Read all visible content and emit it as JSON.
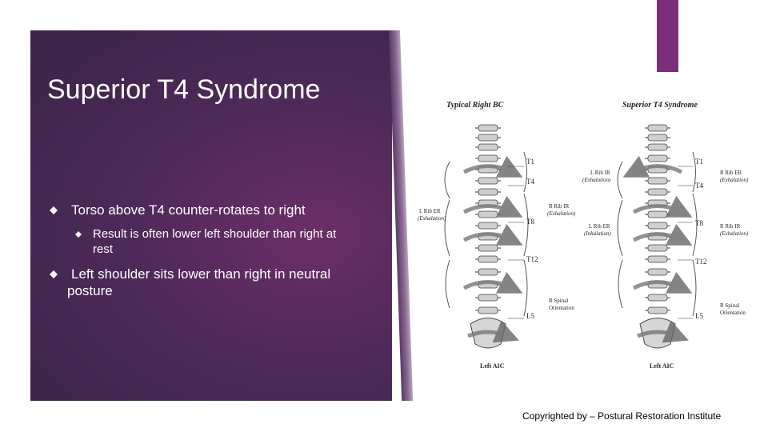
{
  "title": "Superior T4 Syndrome",
  "bullets": [
    {
      "text": "Torso above T4 counter-rotates to right",
      "subbullets": [
        {
          "text_line1": "Result is often lower left shoulder than right at",
          "text_line2": "rest"
        }
      ]
    },
    {
      "text_line1": "Left shoulder sits lower than right in neutral",
      "text_line2": "posture"
    }
  ],
  "figure": {
    "left": {
      "heading": "Typical Right BC",
      "levels": [
        "T1",
        "T4",
        "T8",
        "T12",
        "L5"
      ],
      "left_labels": {
        "l_rib_er": "L Rib ER",
        "l_rib_er_sub": "(Exhalation)"
      },
      "right_labels": {
        "r_rib_ir": "R Rib IR",
        "r_rib_ir_sub": "(Exhalation)",
        "r_spinal": "R Spinal",
        "r_spinal_sub": "Orientation"
      },
      "caption": "Left AIC"
    },
    "right": {
      "heading": "Superior T4 Syndrome",
      "levels": [
        "T1",
        "T4",
        "T8",
        "T12",
        "L5"
      ],
      "left_labels": {
        "l_rib_ir": "L Rib IR",
        "l_rib_ir_sub": "(Exhalation)",
        "l_rib_er": "L Rib ER",
        "l_rib_er_sub": "(Inhalation)"
      },
      "right_labels": {
        "r_rib_er": "R Rib ER",
        "r_rib_er_sub": "(Exhalation)",
        "r_rib_ir": "R Rib IR",
        "r_rib_ir_sub": "(Exhalation)",
        "r_spinal": "R Spinal",
        "r_spinal_sub": "Orientation"
      },
      "caption": "Left AIC"
    }
  },
  "footer": "Copyrighted by – Postural Restoration Institute",
  "colors": {
    "panel": "#4e2a58",
    "accent": "#7a2f7a",
    "text_on_panel": "#ffffff"
  }
}
